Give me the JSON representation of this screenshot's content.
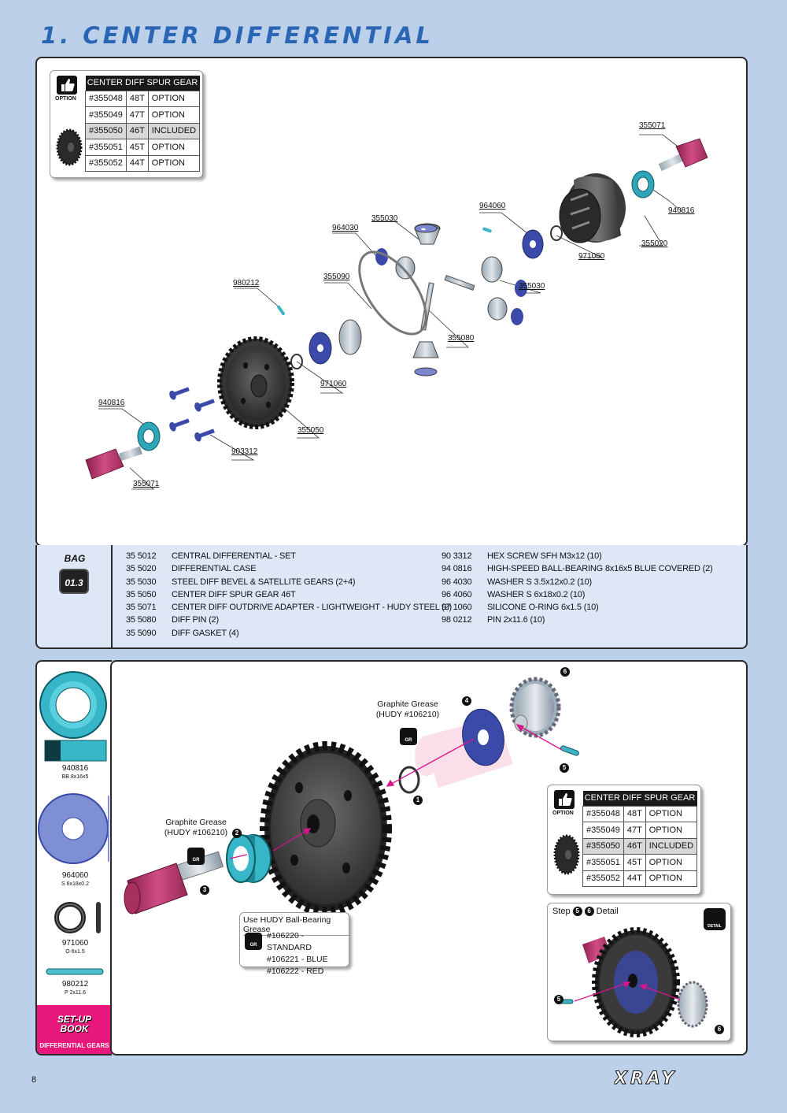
{
  "page": {
    "title": "1. CENTER DIFFERENTIAL",
    "page_number": "8"
  },
  "gear_table": {
    "option_label": "OPTION",
    "header": "CENTER DIFF SPUR GEAR",
    "rows": [
      {
        "code": "#355048",
        "teeth": "48T",
        "status": "OPTION"
      },
      {
        "code": "#355049",
        "teeth": "47T",
        "status": "OPTION"
      },
      {
        "code": "#355050",
        "teeth": "46T",
        "status": "INCLUDED"
      },
      {
        "code": "#355051",
        "teeth": "45T",
        "status": "OPTION"
      },
      {
        "code": "#355052",
        "teeth": "44T",
        "status": "OPTION"
      }
    ]
  },
  "exploded_labels": {
    "l355071a": "355071",
    "l940816a": "940816",
    "l355020": "355020",
    "l964060": "964060",
    "l971060a": "971060",
    "l355030a": "355030",
    "l964030": "964030",
    "l355030b": "355030",
    "l355090": "355090",
    "l980212": "980212",
    "l355080": "355080",
    "l971060b": "971060",
    "l940816b": "940816",
    "l355050": "355050",
    "l903312": "903312",
    "l355071b": "355071"
  },
  "bag": {
    "word": "BAG",
    "number": "01.3"
  },
  "parts_left": [
    {
      "code": "35 5012",
      "desc": "CENTRAL DIFFERENTIAL - SET"
    },
    {
      "code": "35 5020",
      "desc": "DIFFERENTIAL CASE"
    },
    {
      "code": "35 5030",
      "desc": "STEEL DIFF BEVEL & SATELLITE GEARS (2+4)"
    },
    {
      "code": "35 5050",
      "desc": "CENTER DIFF SPUR GEAR 46T"
    },
    {
      "code": "35 5071",
      "desc": "CENTER DIFF OUTDRIVE ADAPTER - LIGHTWEIGHT - HUDY STEEL (2)"
    },
    {
      "code": "35 5080",
      "desc": "DIFF PIN (2)"
    },
    {
      "code": "35 5090",
      "desc": "DIFF GASKET (4)"
    }
  ],
  "parts_right": [
    {
      "code": "90 3312",
      "desc": "HEX SCREW  SFH M3x12  (10)"
    },
    {
      "code": "94 0816",
      "desc": "HIGH-SPEED BALL-BEARING 8x16x5 BLUE COVERED  (2)"
    },
    {
      "code": "96 4030",
      "desc": "WASHER S 3.5x12x0.2  (10)"
    },
    {
      "code": "96 4060",
      "desc": "WASHER S 6x18x0.2  (10)"
    },
    {
      "code": "97 1060",
      "desc": "SILICONE O-RING 6x1.5  (10)"
    },
    {
      "code": "98 0212",
      "desc": "PIN 2x11.6  (10)"
    }
  ],
  "sidebar": {
    "c1": {
      "code": "940816",
      "size": "BB 8x16x5"
    },
    "c2": {
      "code": "964060",
      "size": "S 6x18x0.2"
    },
    "c3": {
      "code": "971060",
      "size": "O 6x1.5"
    },
    "c4": {
      "code": "980212",
      "size": "P 2x11.6"
    },
    "setup_word1": "SET-UP",
    "setup_word2": "BOOK",
    "setup_desc": "DIFFERENTIAL GEARS"
  },
  "step": {
    "grease_a_line1": "Graphite Grease",
    "grease_a_line2": "(HUDY #106210)",
    "grease_b_line1": "Graphite Grease",
    "grease_b_line2": "(HUDY #106210)",
    "gr_icon": "GR",
    "bearing_title": "Use HUDY Ball-Bearing Grease",
    "bearing_items": [
      "#106220 - STANDARD",
      "#106221 - BLUE",
      "#106222 - RED"
    ],
    "detail_title": "Step",
    "detail_title2": "Detail",
    "detail_icon": "DETAIL",
    "callouts": [
      "1",
      "2",
      "3",
      "4",
      "5",
      "6"
    ]
  },
  "brand": "XRAY",
  "colors": {
    "page_bg": "#bcd0ea",
    "title_blue": "#2b66b5",
    "bearing_teal": "#38b8c8",
    "washer_blue": "#3b4aa8",
    "adapter_pink": "#c8457a",
    "setup_pink": "#e8177b",
    "arrow_magenta": "#d6148c"
  }
}
